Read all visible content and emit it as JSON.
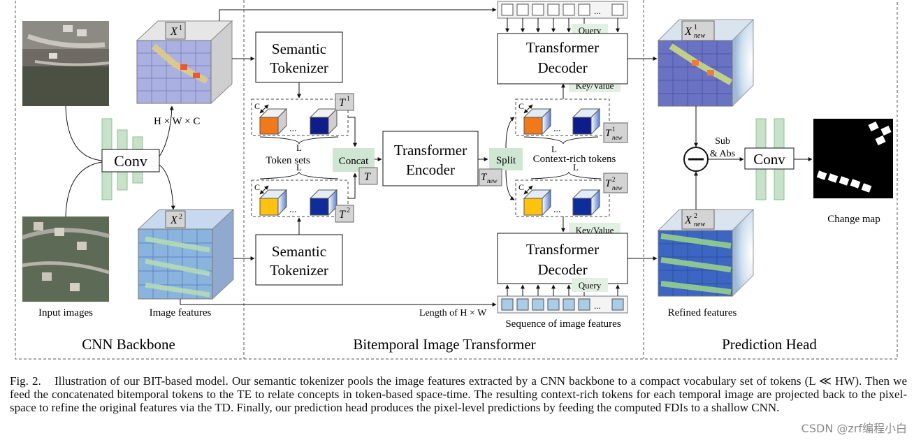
{
  "sections": {
    "cnn_backbone": "CNN Backbone",
    "bit": "Bitemporal Image Transformer",
    "prediction_head": "Prediction Head"
  },
  "labels": {
    "input_images": "Input images",
    "image_features": "Image features",
    "conv": "Conv",
    "x1": "X",
    "x1_sup": "1",
    "x2": "X",
    "x2_sup": "2",
    "hwc": "H × W × C",
    "semantic_tokenizer_1": "Semantic",
    "semantic_tokenizer_2": "Tokenizer",
    "token_sets": "Token sets",
    "L": "L",
    "C": "C",
    "ellipsis": "...",
    "t1": "T",
    "t1_sup": "1",
    "t2": "T",
    "t2_sup": "2",
    "concat": "Concat",
    "t": "T",
    "transformer_encoder_1": "Transformer",
    "transformer_encoder_2": "Encoder",
    "split": "Split",
    "t_new": "T",
    "t_new_sub": "new",
    "context_rich_tokens": "Context-rich tokens",
    "t_new1": "T",
    "t_new1_sup": "1",
    "t_new1_sub": "new",
    "t_new2": "T",
    "t_new2_sup": "2",
    "t_new2_sub": "new",
    "transformer_decoder_1": "Transformer",
    "transformer_decoder_2": "Decoder",
    "query": "Query",
    "key_value": "Key/Value",
    "length_of": "Length of H × W",
    "sequence_label": "Sequence of image features",
    "x_new1": "X",
    "x_new1_sup": "1",
    "x_new1_sub": "new",
    "x_new2": "X",
    "x_new2_sup": "2",
    "x_new2_sub": "new",
    "sub": "Sub",
    "abs": "& Abs",
    "refined_features": "Refined features",
    "change_map": "Change map"
  },
  "caption": {
    "fig": "Fig. 2.",
    "text": "Illustration of our BIT-based model. Our semantic tokenizer pools the image features extracted by a CNN backbone to a compact vocabulary set of tokens (L ≪ HW). Then we feed the concatenated bitemporal tokens to the TE to relate concepts in token-based space-time. The resulting context-rich tokens for each temporal image are projected back to the pixel-space to refine the original features via the TD. Finally, our prediction head produces the pixel-level predictions by feeding the computed FDIs to a shallow CNN."
  },
  "watermark": "CSDN @zrf编程小白",
  "colors": {
    "green_box": "#cfe6d3",
    "green_bar": "#c7e2c9",
    "grey_tag": "#d4d4d4",
    "token_orange": "#f07a1a",
    "token_navy": "#0f1d8a",
    "token_yellow": "#ffc20e",
    "grid_purple": "#9aa0d8",
    "grid_blue": "#8ab3de"
  }
}
